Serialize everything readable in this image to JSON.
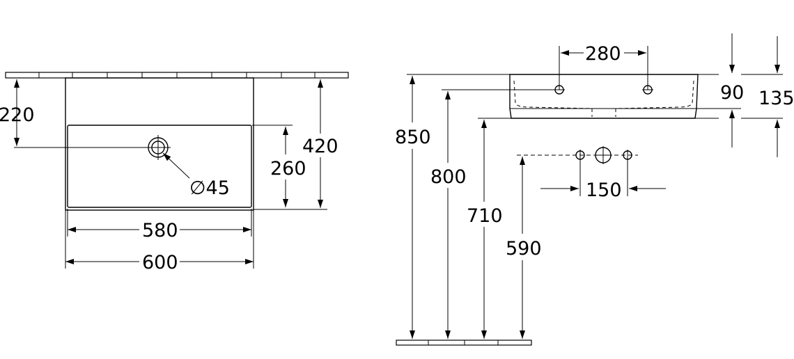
{
  "top_view": {
    "dimensions": {
      "d220": "220",
      "d260": "260",
      "d420": "420",
      "d580": "580",
      "d600": "600",
      "d45": "∅45"
    }
  },
  "side_view": {
    "dimensions": {
      "d280": "280",
      "d90": "90",
      "d135": "135",
      "d150": "150",
      "d850": "850",
      "d800": "800",
      "d710": "710",
      "d590": "590"
    }
  }
}
